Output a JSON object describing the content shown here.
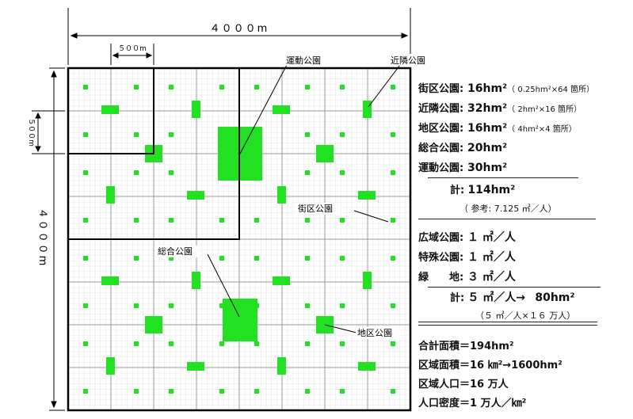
{
  "dimensions": {
    "total_width_label": "４０００m",
    "total_height_label": "４０００m",
    "block_width_label": "５００m",
    "block_height_label": "５００m"
  },
  "callouts": {
    "sports_park": "運動公園",
    "neighborhood_park": "近隣公園",
    "block_park": "街区公園",
    "general_park": "総合公園",
    "district_park": "地区公園"
  },
  "park_list": [
    {
      "label": "街区公園:",
      "value": "16hm²",
      "note": "（ 0.25hm²×64 箇所）"
    },
    {
      "label": "近隣公園:",
      "value": "32hm²",
      "note": "（ 2hm²×16 箇所）"
    },
    {
      "label": "地区公園:",
      "value": "16hm²",
      "note": "（ 4hm²×4 箇所）"
    },
    {
      "label": "総合公園:",
      "value": "20hm²",
      "note": ""
    },
    {
      "label": "運動公園:",
      "value": "30hm²",
      "note": ""
    }
  ],
  "subtotal": {
    "label": "計:",
    "value": "114hm²"
  },
  "reference": "（ 参考: 7.125 ㎡／人）",
  "regional": [
    {
      "label": "広域公園:",
      "value": "１ ㎡／人"
    },
    {
      "label": "特殊公園:",
      "value": "１ ㎡／人"
    },
    {
      "label": "緑　　地:",
      "value": "３ ㎡／人"
    }
  ],
  "subtotal2": {
    "label": "計:",
    "value": "５ ㎡／人→",
    "result": "80hm²"
  },
  "subtotal2_note": "（５ ㎡／人×１６ 万人）",
  "summary": [
    "合計面積＝194hm²",
    "区域面積＝16 ㎞²→1600hm²",
    "区域人口＝16 万人",
    "人口密度＝1 万人／㎞²"
  ],
  "colors": {
    "park_green": "#22e022",
    "grid_line": "#c8c8c8",
    "block_line": "#9a9a9a",
    "frame": "#000000"
  }
}
